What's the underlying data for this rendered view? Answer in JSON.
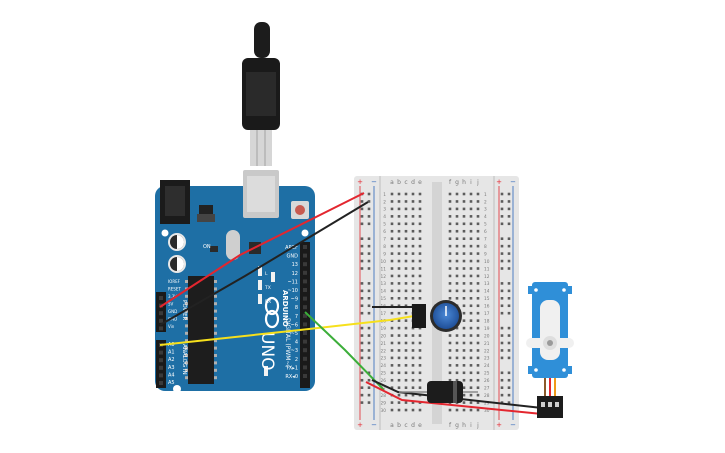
{
  "arduino": {
    "brand": "ARDUINO",
    "model": "UNO",
    "digital_header_label": "DIGITAL (PWM~)",
    "power_header_label": "POWER",
    "analog_header_label": "ANALOG IN",
    "digital_pins": [
      "AREF",
      "GND",
      "13",
      "12",
      "~11",
      "~10",
      "~9",
      "8",
      "7",
      "~6",
      "~5",
      "4",
      "~3",
      "2",
      "TX▸1",
      "RX◂0"
    ],
    "power_pins": [
      "IOREF",
      "RESET",
      "3.3V",
      "5V",
      "GND",
      "GND",
      "Vin"
    ],
    "analog_pins": [
      "A0",
      "A1",
      "A2",
      "A3",
      "A4",
      "A5"
    ],
    "led_labels": [
      "L",
      "TX",
      "RX"
    ],
    "on_label": "ON"
  },
  "breadboard": {
    "col_letters_left": [
      "a",
      "b",
      "c",
      "d",
      "e"
    ],
    "col_letters_right": [
      "f",
      "g",
      "h",
      "i",
      "j"
    ],
    "rail_plus": "+",
    "rail_minus": "−",
    "row_numbers": [
      "1",
      "2",
      "3",
      "4",
      "5",
      "6",
      "7",
      "8",
      "9",
      "10",
      "11",
      "12",
      "13",
      "14",
      "15",
      "16",
      "17",
      "18",
      "19",
      "20",
      "21",
      "22",
      "23",
      "24",
      "25",
      "26",
      "27",
      "28",
      "29",
      "30"
    ]
  },
  "colors": {
    "arduino_board": "#1e6fa5",
    "wire_red": "#e3262f",
    "wire_black": "#222222",
    "wire_yellow": "#f6e01c",
    "wire_green": "#3cae3a",
    "servo_body": "#2f8fd8",
    "pot_knob": "#2a62b0"
  },
  "icons": [
    "usb-plug-icon",
    "power-jack-icon",
    "reset-button-icon",
    "arduino-infinity-logo",
    "potentiometer",
    "capacitor",
    "servo-motor"
  ]
}
